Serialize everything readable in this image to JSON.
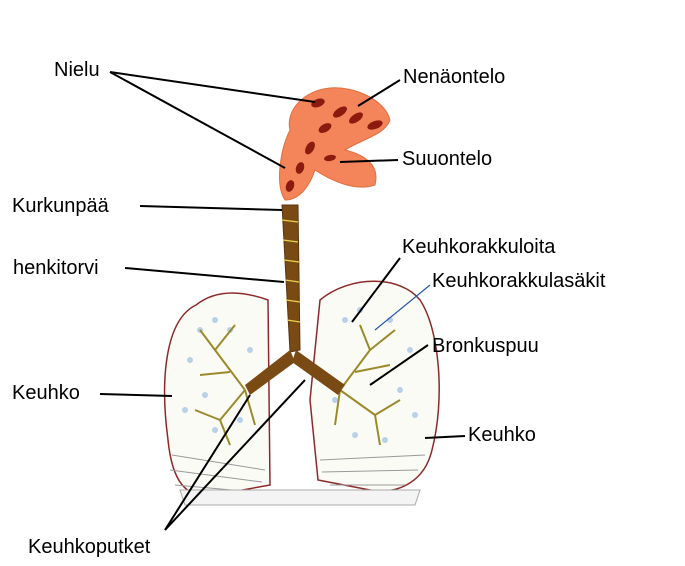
{
  "labels": {
    "nielu": "Nielu",
    "nenaontelo": "Nenäontelo",
    "suuontelo": "Suuontelo",
    "kurkunpaa": "Kurkunpää",
    "henkitorvi": "henkitorvi",
    "keuhkorakkuloita": "Keuhkorakkuloita",
    "keuhkorakkulasakit": "Keuhkorakkulasäkit",
    "bronkuspuu": "Bronkuspuu",
    "keuhko_left": "Keuhko",
    "keuhko_right": "Keuhko",
    "keuhkoputket": "Keuhkoputket"
  },
  "colors": {
    "nasal_cavity": "#f4845a",
    "cavity_marks": "#8b1a0f",
    "trachea": "#7a4a14",
    "trachea_rings": "#e8d44a",
    "bronchial_tree": "#9a8a2a",
    "lung_outline": "#8b2a2a",
    "alveoli": "#b8d0e8",
    "leader_line": "#000000",
    "blue_line": "#2255aa"
  }
}
